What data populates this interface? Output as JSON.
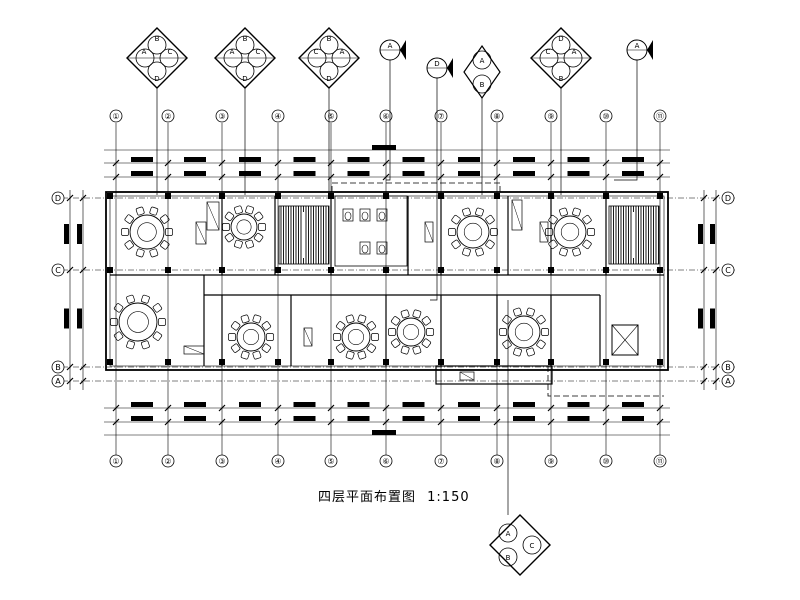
{
  "drawing": {
    "title": "四层平面布置图",
    "scale": "1:150"
  },
  "grid": {
    "columns": [
      "①",
      "②",
      "③",
      "④",
      "⑤",
      "⑥",
      "⑦",
      "⑧",
      "⑨",
      "⑩",
      "⑪"
    ],
    "rows": [
      "D",
      "C",
      "B",
      "A"
    ]
  },
  "markers": {
    "elevation_sets": [
      {
        "letters": [
          "B",
          "A",
          "C",
          "D"
        ]
      },
      {
        "letters": [
          "B",
          "A",
          "C",
          "D"
        ]
      },
      {
        "letters": [
          "B",
          "C",
          "A",
          "D"
        ]
      },
      {
        "letters": [
          "D",
          "C",
          "A",
          "B"
        ]
      }
    ],
    "single_d": "D",
    "pair_ab": [
      "A",
      "B"
    ],
    "section_a": "A",
    "bottom_set": [
      "A",
      "C",
      "B"
    ]
  }
}
